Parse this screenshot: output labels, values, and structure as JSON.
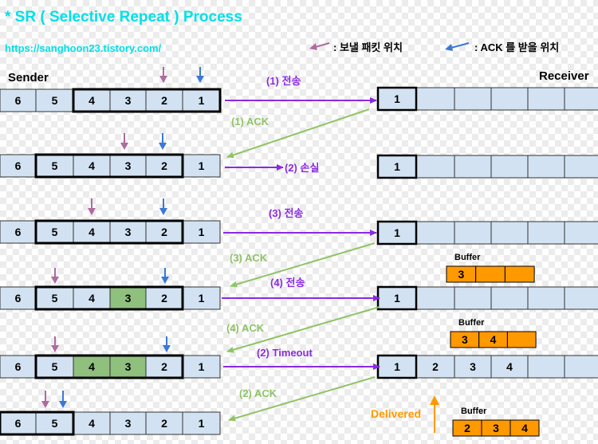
{
  "title": "* SR ( Selective Repeat ) Process",
  "url": "https://sanghoon23.tistory.com/",
  "legend": {
    "send": ": 보낼 패킷 위치",
    "ack": ": ACK 를 받을 위치"
  },
  "labels": {
    "sender": "Sender",
    "receiver": "Receiver",
    "buffer": "Buffer",
    "delivered": "Delivered"
  },
  "colors": {
    "title": "#00e0e8",
    "cell": "#d2e2f2",
    "acked": "#8fc07e",
    "buffer": "#ff9900",
    "send_arrow": "#b06aa0",
    "ack_arrow": "#3a78d8",
    "transmit": "#8a2be2",
    "ack_line": "#8fc466",
    "delivered": "#ff9900"
  },
  "sender_rows": [
    {
      "cells": [
        "6",
        "5",
        "4",
        "3",
        "2",
        "1"
      ],
      "window": [
        2,
        5
      ],
      "green": []
    },
    {
      "cells": [
        "6",
        "5",
        "4",
        "3",
        "2",
        "1"
      ],
      "window": [
        1,
        4
      ],
      "green": []
    },
    {
      "cells": [
        "6",
        "5",
        "4",
        "3",
        "2",
        "1"
      ],
      "window": [
        1,
        4
      ],
      "green": []
    },
    {
      "cells": [
        "6",
        "5",
        "4",
        "3",
        "2",
        "1"
      ],
      "window": [
        1,
        4
      ],
      "green": [
        3
      ]
    },
    {
      "cells": [
        "6",
        "5",
        "4",
        "3",
        "2",
        "1"
      ],
      "window": [
        1,
        4
      ],
      "green": [
        2,
        3
      ]
    },
    {
      "cells": [
        "6",
        "5",
        "4",
        "3",
        "2",
        "1"
      ],
      "window": [
        0,
        1
      ],
      "green": []
    }
  ],
  "receiver_rows": [
    {
      "cells": [
        "1",
        "",
        "",
        "",
        "",
        ""
      ]
    },
    {
      "cells": [
        "1",
        "",
        "",
        "",
        "",
        ""
      ]
    },
    {
      "cells": [
        "1",
        "",
        "",
        "",
        "",
        ""
      ]
    },
    {
      "cells": [
        "1",
        "",
        "",
        "",
        "",
        ""
      ]
    },
    {
      "cells": [
        "1",
        "2",
        "3",
        "4",
        "",
        ""
      ]
    }
  ],
  "buffers": [
    {
      "cells": [
        "3",
        "",
        ""
      ]
    },
    {
      "cells": [
        "3",
        "4",
        ""
      ]
    },
    {
      "cells": [
        "2",
        "3",
        "4"
      ]
    }
  ],
  "messages": [
    "(1) 전송",
    "(1) ACK",
    "(2) 손실",
    "(3) 전송",
    "(3) ACK",
    "(4) 전송",
    "(4) ACK",
    "(2) Timeout",
    "(2) ACK"
  ]
}
